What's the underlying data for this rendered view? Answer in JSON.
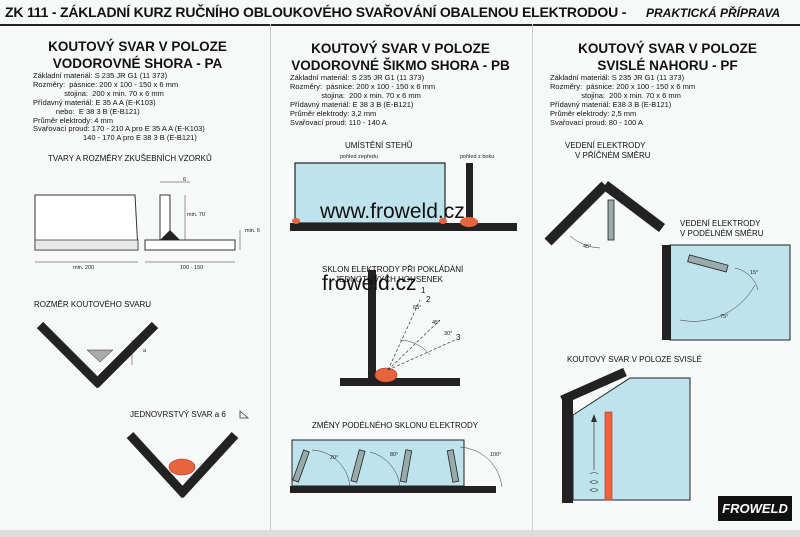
{
  "header": {
    "title": "ZK 111 - ZÁKLADNÍ KURZ RUČNÍHO OBLOUKOVÉHO SVAŘOVÁNÍ OBALENOU ELEKTRODOU -",
    "subtitle": "PRAKTICKÁ PŘÍPRAVA"
  },
  "col1": {
    "title_l1": "KOUTOVÝ SVAR V POLOZE",
    "title_l2": "VODOROVNÉ SHORA - PA",
    "spec": "Základní materiál: S 235 JR G1 (11 373)\nRozměry:  pásnice: 200 x 100 - 150 x 6 mm\n               stojina:  200 x min. 70 x 6 mm\nPřídavný materiál: E 35 A A (E-K103)\n           nebo:  E 38 3 B (E-B121)\nPrůměr elektrody: 4 mm\nSvařovací proud: 170 - 210 A pro E 35 A A (E-K103)\n                        140 - 170 A pro E 38 3 B (E-B121)",
    "sec_shapes": "TVARY A ROZMĚRY ZKUŠEBNÍCH VZORKŮ",
    "dim_min200": "min. 200",
    "dim_100_150": "100 - 150",
    "dim_min70": "min. 70",
    "dim_min6": "min. 6",
    "dim_6": "6",
    "sec_size": "ROZMĚR KOUTOVÉHO SVARU",
    "dim_a": "a",
    "sec_single": "JEDNOVRSTVÝ SVAR a 6"
  },
  "col2": {
    "title_l1": "KOUTOVÝ SVAR V POLOZE",
    "title_l2": "VODOROVNÉ ŠIKMO SHORA - PB",
    "spec": "Základní materiál: S 235 JR G1 (11 373)\nRozměry:  pásnice: 200 x 100 - 150 x 6 mm\n               stojina:  200 x min. 70 x 6 mm\nPřídavný materiál: E 38 3 B (E-B121)\nPrůměr elektrody: 3,2 mm\nSvařovací proud: 110 - 140 A",
    "sec_tack": "UMÍSTĚNÍ STEHŮ",
    "view_front": "pohled zepředu",
    "view_side": "pohled z boku",
    "sec_tilt_l1": "SKLON ELEKTRODY PŘI POKLÁDÁNÍ",
    "sec_tilt_l2": "JEDNOTLIVÝCH HOUSENEK",
    "ang_65": "65°",
    "ang_45": "45°",
    "ang_30": "30°",
    "n1": "1",
    "n2": "2",
    "n3": "3",
    "sec_changes": "ZMĚNY PODÉLNÉHO SKLONU ELEKTRODY",
    "ang_20": "20°",
    "ang_80": "80°",
    "ang_100": "100°"
  },
  "col3": {
    "title_l1": "KOUTOVÝ SVAR V POLOZE",
    "title_l2": "SVISLÉ NAHORU - PF",
    "spec": "Základní materiál: S 235 JR G1 (11 373)\nRozměry:  pásnice: 200 x 100 - 150 x 6 mm\n               stojina:  200 x min. 70 x 6 mm\nPřídavný materiál: E38 3 B (E-B121)\nPrůměr elektrody: 2,5 mm\nSvařovací proud: 80 - 100 A",
    "sec_cross_l1": "VEDENÍ ELEKTRODY",
    "sec_cross_l2": "V PŘÍČNÉM SMĚRU",
    "ang_45": "45°",
    "sec_long_l1": "VEDENÍ ELEKTRODY",
    "sec_long_l2": "V PODÉLNÉM SMĚRU",
    "ang_15": "15°",
    "ang_75": "75°",
    "sec_vertical": "KOUTOVÝ SVAR V POLOZE SVISLÉ"
  },
  "watermarks": [
    "froweld.cz",
    "www.froweld.cz"
  ],
  "brand": "FROWELD",
  "colors": {
    "plate": "#bfe3ec",
    "weld": "#e8643c",
    "steel": "#222222",
    "background": "#f7f8f8"
  }
}
